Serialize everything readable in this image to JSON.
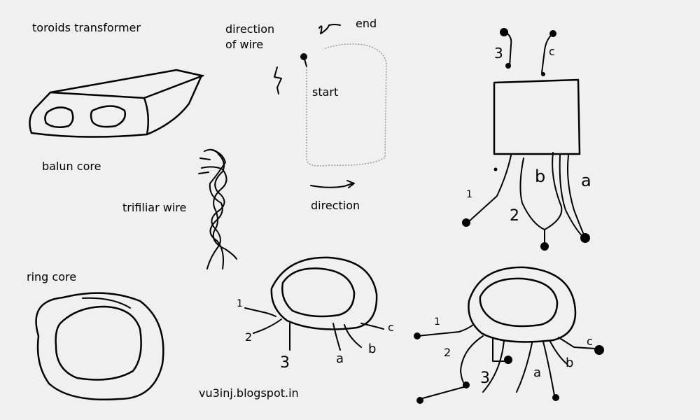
{
  "labels": {
    "toroids_transformer": "toroids transformer",
    "direction_of_wire_line1": "direction",
    "direction_of_wire_line2": "of  wire",
    "end": "end",
    "start": "start",
    "balun_core": "balun core",
    "trifiliar_wire": "trifiliar wire",
    "direction": "direction",
    "ring_core": "ring core",
    "site": "vu3inj.blogspot.in"
  },
  "terminal_marks": {
    "top_left": "3",
    "top_right": "c",
    "bottom_1": "1",
    "bottom_2": "2",
    "bottom_b": "b",
    "bottom_a": "a",
    "mid_1": "1",
    "mid_2": "2",
    "mid_3": "3",
    "mid_a": "a",
    "mid_b": "b",
    "mid_c": "c",
    "right_1": "1",
    "right_2": "2",
    "right_3": "3",
    "right_a": "a",
    "right_b": "b",
    "right_c": "c"
  }
}
